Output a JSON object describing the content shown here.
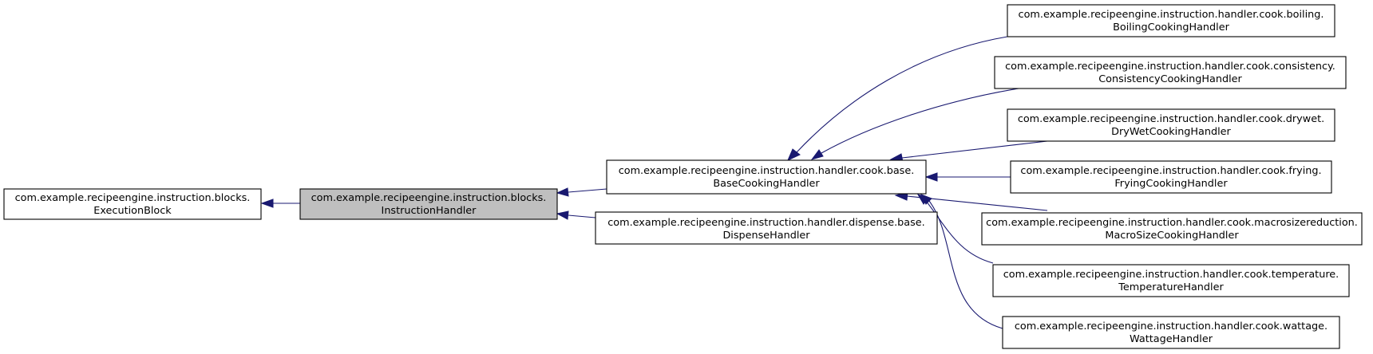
{
  "colors": {
    "edge": "#191970",
    "box_fill": "#ffffff",
    "box_highlight_fill": "#bfbfbf",
    "box_stroke": "#000000"
  },
  "nodes": {
    "execution_block": {
      "line1": "com.example.recipeengine.instruction.blocks.",
      "line2": "ExecutionBlock"
    },
    "instruction_handler": {
      "line1": "com.example.recipeengine.instruction.blocks.",
      "line2": "InstructionHandler"
    },
    "base_cooking_handler": {
      "line1": "com.example.recipeengine.instruction.handler.cook.base.",
      "line2": "BaseCookingHandler"
    },
    "dispense_handler": {
      "line1": "com.example.recipeengine.instruction.handler.dispense.base.",
      "line2": "DispenseHandler"
    },
    "boiling_cooking_handler": {
      "line1": "com.example.recipeengine.instruction.handler.cook.boiling.",
      "line2": "BoilingCookingHandler"
    },
    "consistency_cooking_handler": {
      "line1": "com.example.recipeengine.instruction.handler.cook.consistency.",
      "line2": "ConsistencyCookingHandler"
    },
    "drywet_cooking_handler": {
      "line1": "com.example.recipeengine.instruction.handler.cook.drywet.",
      "line2": "DryWetCookingHandler"
    },
    "frying_cooking_handler": {
      "line1": "com.example.recipeengine.instruction.handler.cook.frying.",
      "line2": "FryingCookingHandler"
    },
    "macrosize_cooking_handler": {
      "line1": "com.example.recipeengine.instruction.handler.cook.macrosizereduction.",
      "line2": "MacroSizeCookingHandler"
    },
    "temperature_handler": {
      "line1": "com.example.recipeengine.instruction.handler.cook.temperature.",
      "line2": "TemperatureHandler"
    },
    "wattage_handler": {
      "line1": "com.example.recipeengine.instruction.handler.cook.wattage.",
      "line2": "WattageHandler"
    }
  }
}
